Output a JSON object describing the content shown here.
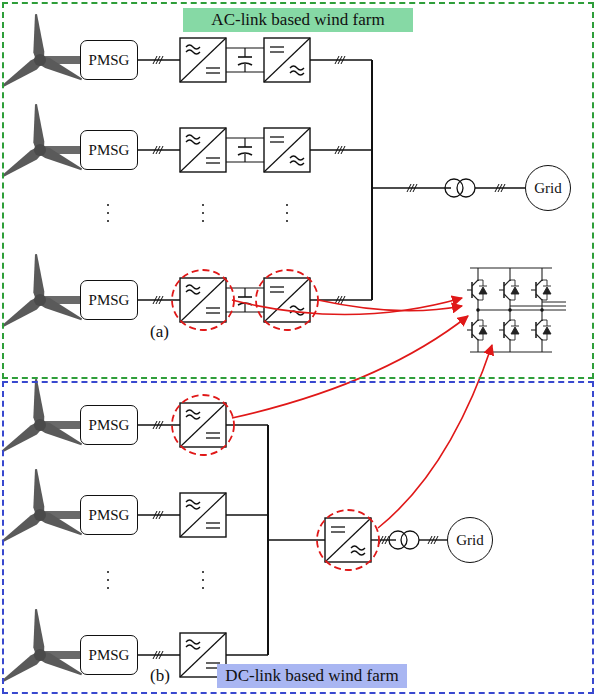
{
  "diagram": {
    "nodes": [
      {
        "text": [
          "(a)"
        ]
      },
      {
        "text": [
          "AC-link based wind farm"
        ],
        "in": 0
      },
      {
        "text": [
          "PMSG"
        ],
        "in": 0
      },
      {
        "text": [
          "PMSG"
        ],
        "in": 0
      },
      {
        "text": [
          "PMSG"
        ],
        "in": 0
      },
      {
        "text": [
          "Grid"
        ],
        "in": 0
      },
      {
        "text": [
          "(b)"
        ]
      },
      {
        "text": [
          "PMSG"
        ],
        "in": 6
      },
      {
        "text": [
          "PMSG"
        ],
        "in": 6
      },
      {
        "text": [
          "PMSG"
        ],
        "in": 6
      },
      {
        "text": [
          "Grid"
        ],
        "in": 6
      },
      {
        "text": [
          "DC-link based wind farm"
        ],
        "in": 6
      }
    ]
  }
}
